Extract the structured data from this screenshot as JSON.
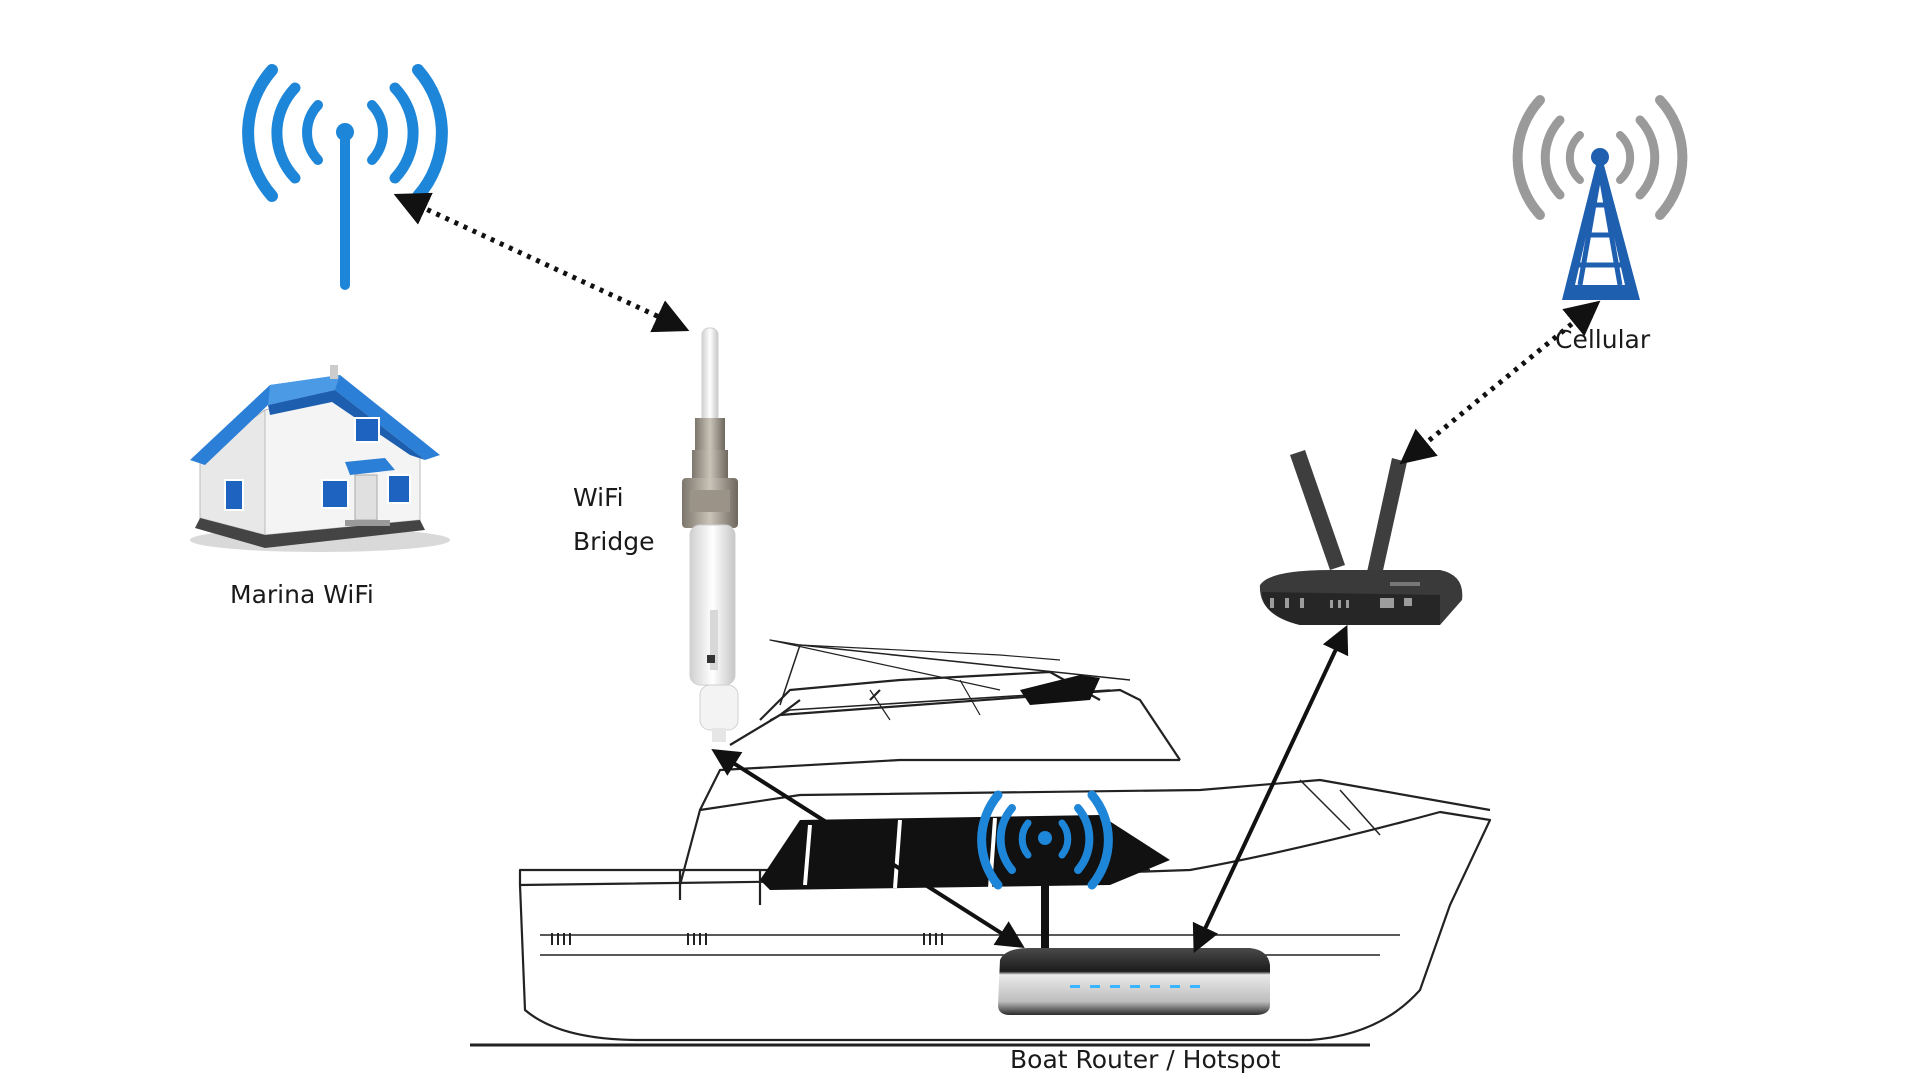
{
  "labels": {
    "marina_wifi": "Marina WiFi",
    "wifi_bridge_line1": "WiFi",
    "wifi_bridge_line2": "Bridge",
    "cellular": "Cellular",
    "boat_router": "Boat Router / Hotspot"
  },
  "colors": {
    "wifi_blue": "#1e86d8",
    "roof_blue": "#2b7fd6",
    "tower_blue": "#1f5fb0",
    "signal_gray": "#9a9a9a",
    "line": "#111111",
    "router_led": "#39b6ff"
  },
  "icons": [
    "wifi-antenna-icon",
    "house-icon",
    "cell-tower-icon",
    "bullet-antenna-icon",
    "cellular-modem-icon",
    "wifi-router-icon",
    "yacht-outline-icon"
  ],
  "connections": [
    {
      "from": "Marina WiFi",
      "to": "WiFi Bridge",
      "style": "dotted"
    },
    {
      "from": "WiFi Bridge",
      "to": "Boat Router / Hotspot",
      "style": "solid"
    },
    {
      "from": "Cellular",
      "to": "Cellular Modem",
      "style": "dotted"
    },
    {
      "from": "Cellular Modem",
      "to": "Boat Router / Hotspot",
      "style": "solid"
    }
  ]
}
